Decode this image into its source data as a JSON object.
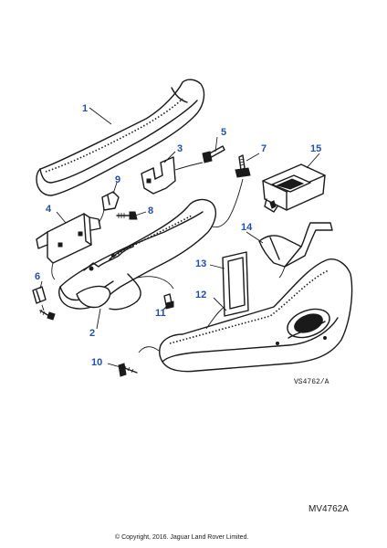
{
  "callouts": {
    "c1": "1",
    "c2": "2",
    "c3": "3",
    "c4": "4",
    "c5": "5",
    "c6": "6",
    "c7": "7",
    "c8": "8",
    "c9": "9",
    "c10": "10",
    "c11": "11",
    "c12": "12",
    "c13": "13",
    "c14": "14",
    "c15": "15"
  },
  "drawing_ref": "VS4762/A",
  "figure_code": "MV4762A",
  "copyright": "© Copyright, 2016. Jaguar Land Rover Limited.",
  "callout_color": "#1f4fb4"
}
